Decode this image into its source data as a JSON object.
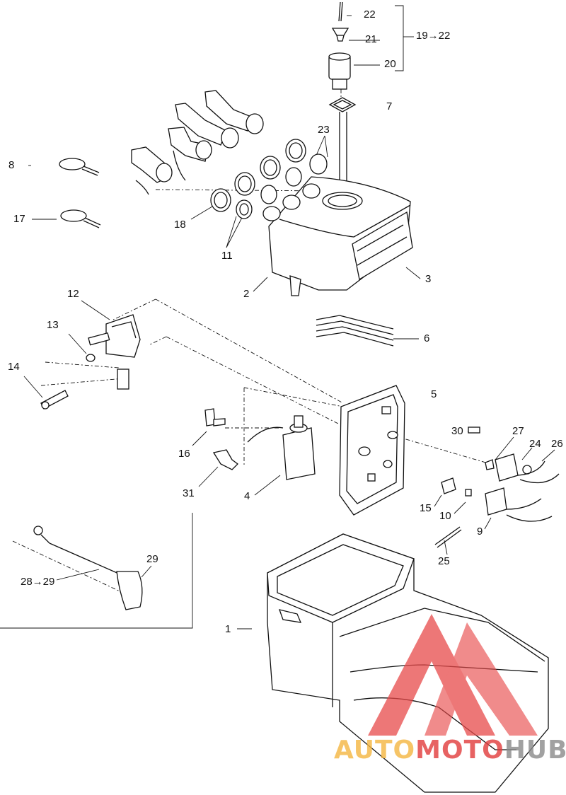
{
  "callouts": [
    {
      "id": "22",
      "text": "22"
    },
    {
      "id": "21",
      "text": "21"
    },
    {
      "id": "19-22",
      "text": "19→22"
    },
    {
      "id": "20",
      "text": "20"
    },
    {
      "id": "7",
      "text": "7"
    },
    {
      "id": "23",
      "text": "23"
    },
    {
      "id": "8",
      "text": "8"
    },
    {
      "id": "17",
      "text": "17"
    },
    {
      "id": "18",
      "text": "18"
    },
    {
      "id": "11",
      "text": "11"
    },
    {
      "id": "2",
      "text": "2"
    },
    {
      "id": "3",
      "text": "3"
    },
    {
      "id": "12",
      "text": "12"
    },
    {
      "id": "13",
      "text": "13"
    },
    {
      "id": "6",
      "text": "6"
    },
    {
      "id": "14",
      "text": "14"
    },
    {
      "id": "5",
      "text": "5"
    },
    {
      "id": "30",
      "text": "30"
    },
    {
      "id": "27",
      "text": "27"
    },
    {
      "id": "24",
      "text": "24"
    },
    {
      "id": "26",
      "text": "26"
    },
    {
      "id": "16",
      "text": "16"
    },
    {
      "id": "31",
      "text": "31"
    },
    {
      "id": "4",
      "text": "4"
    },
    {
      "id": "15",
      "text": "15"
    },
    {
      "id": "10",
      "text": "10"
    },
    {
      "id": "9",
      "text": "9"
    },
    {
      "id": "25",
      "text": "25"
    },
    {
      "id": "29",
      "text": "29"
    },
    {
      "id": "28-29",
      "text": "28→29"
    },
    {
      "id": "1",
      "text": "1"
    }
  ],
  "watermark": {
    "part1": "AUTO",
    "part2": "MOTO",
    "part3": "HUB",
    "color1": "#f5b640",
    "color2": "#e23c3c",
    "color3": "#8a8a8a",
    "logo_color": "#e84a4a"
  }
}
